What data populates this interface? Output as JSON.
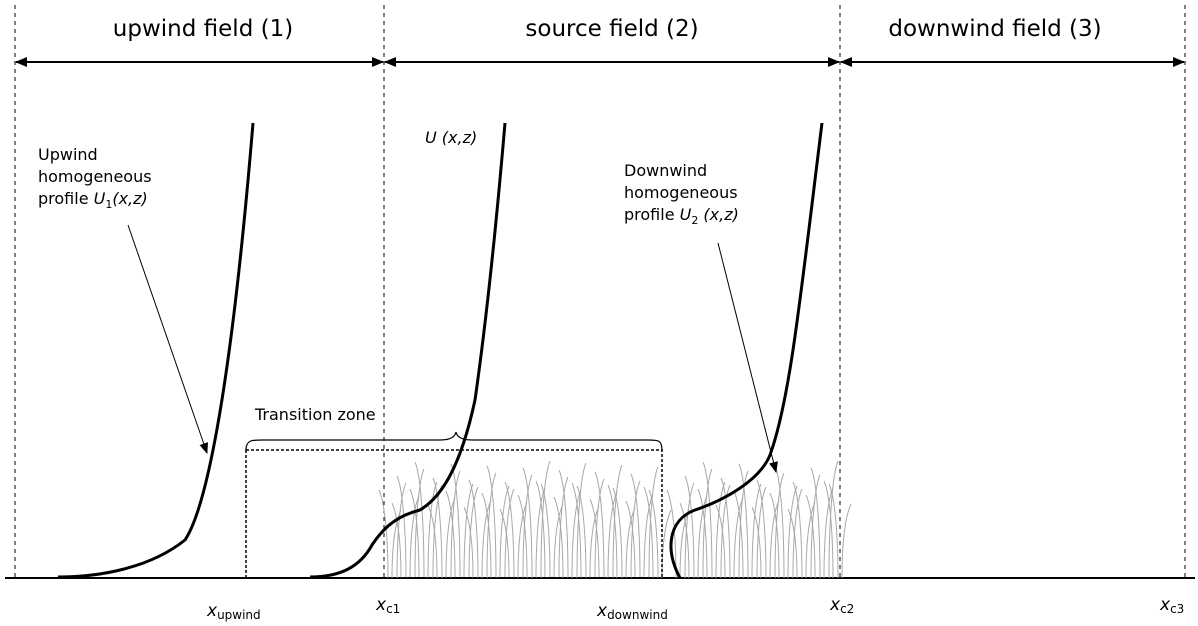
{
  "fields": [
    {
      "label": "upwind field (1)"
    },
    {
      "label": "source field (2)"
    },
    {
      "label": "downwind field (3)"
    }
  ],
  "annotations": {
    "upwind_profile": [
      "Upwind",
      "homogeneous",
      "profile "
    ],
    "upwind_profile_symbol": {
      "main": "U",
      "sub": "1",
      "args": "(x,z)"
    },
    "mid_profile_symbol": {
      "main": "U",
      "args": " (x,z)"
    },
    "downwind_profile": [
      "Downwind",
      "homogeneous",
      "profile "
    ],
    "downwind_profile_symbol": {
      "main": "U",
      "sub": "2",
      "args": " (x,z)"
    },
    "transition_zone": "Transition zone"
  },
  "x_labels": [
    {
      "main": "x",
      "sub": "upwind"
    },
    {
      "main": "x",
      "sub": "c1"
    },
    {
      "main": "x",
      "sub": "downwind"
    },
    {
      "main": "x",
      "sub": "c2"
    },
    {
      "main": "x",
      "sub": "c3"
    }
  ],
  "colors": {
    "line": "#000000",
    "grass": "#a8a8a8"
  }
}
